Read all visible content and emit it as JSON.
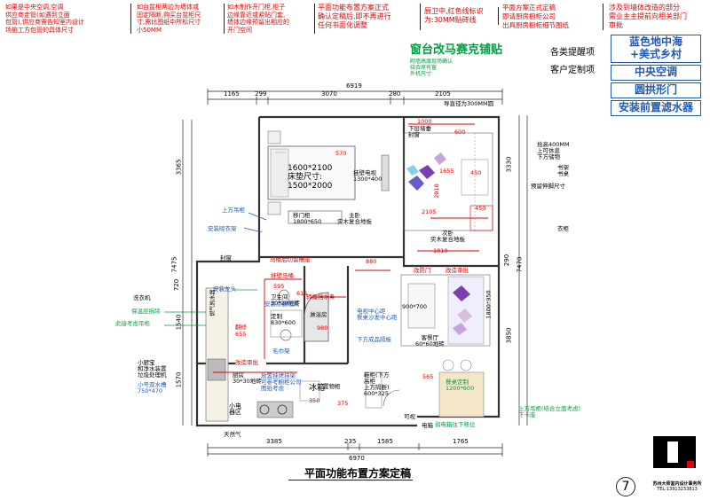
{
  "header_notes": [
    {
      "text": "如果是中央空调,空调\n供应商走管(如遇到立面\n包管),供应商需告知室内设计\n场施工方包管的具体尺寸",
      "color": "#e00000"
    },
    {
      "text": "如台盆柜两边为墙体或\n固定隔断,购买台盆柜尺\n寸,需比图纸中所标尺寸\n小50MM",
      "color": "#e00000"
    },
    {
      "text": "如木制作开门柜,柜子\n边缘靠近或紧贴门套,\n墙体边缘预留出相应的\n开门空间",
      "color": "#e00000"
    },
    {
      "text": "平面功能布置方案正式\n确认定稿后,即不再进行\n任何书面化调整",
      "color": "#e00000"
    },
    {
      "text": "厨卫中,红色线标识\n为:30MM贴砖线",
      "color": "#e00000"
    },
    {
      "text": "平面方案正式定稿\n即请厨房橱柜公司\n出具厨房橱柜细节图纸",
      "color": "#e00000"
    },
    {
      "text": "涉及到墙体改造的部分\n需业主主提前向相关部门\n审批",
      "color": "#e00000"
    }
  ],
  "window_tile_note": "窗台改马赛克铺贴",
  "window_tile_sub": "砌墙高度现场确认\n结合原有窗\n外机尺寸",
  "legend_labels": {
    "remind": "各类提醒项",
    "custom": "客户定制项"
  },
  "side_items": [
    "蓝色地中海\n+美式乡村",
    "中央空调",
    "圆拱形门",
    "安装前置滤水器"
  ],
  "dims_top": {
    "total": "6919",
    "segments": [
      "1165",
      "299",
      "3070",
      "280",
      "2105"
    ]
  },
  "dims_bottom": {
    "total": "6970",
    "segments": [
      "3385",
      "235",
      "1585",
      "1765"
    ]
  },
  "dims_left": [
    "3365",
    "7475",
    "720",
    "1540",
    "1570"
  ],
  "dims_right": [
    "3330",
    "7470",
    "290",
    "3850"
  ],
  "room_labels": [
    {
      "text": "1600*2100\n床垫尺寸:\n1500*2000"
    },
    {
      "text": "挂壁电视\n1300*400"
    },
    {
      "text": "移门柜\n1800*650"
    },
    {
      "text": "主卧\n实木复合地板"
    },
    {
      "text": "次卧\n实木复合地板"
    },
    {
      "text": "卫生间\n30*30地砖"
    },
    {
      "text": "客餐厅\n60*60地砖"
    },
    {
      "text": "厨房\n30*30地砖"
    },
    {
      "text": "冰箱"
    },
    {
      "text": "置物柜"
    },
    {
      "text": "鞋柜(下方\n高柜\n上方隔断)\n600*325"
    },
    {
      "text": "900*700"
    },
    {
      "text": "1800*950"
    },
    {
      "text": "定制\n830*600"
    },
    {
      "text": "淋浴房"
    },
    {
      "text": "小电\n器区"
    },
    {
      "text": "书架\n书桌"
    },
    {
      "text": "衣柜"
    },
    {
      "text": "封窗"
    },
    {
      "text": "洗衣机"
    },
    {
      "text": "燃气热水器"
    },
    {
      "text": "天然气"
    },
    {
      "text": "电箱"
    },
    {
      "text": "可视"
    }
  ],
  "red_labels": [
    "880",
    "1000",
    "600",
    "1655",
    "450",
    "2010",
    "2105",
    "450",
    "570",
    "1810",
    "595",
    "615",
    "655",
    "980",
    "565",
    "375",
    "350",
    "改防门",
    "改造审批",
    "改造审批",
    "马桶后切留槽座",
    "挂壁马桶",
    "翻修",
    "转角挡水条"
  ],
  "blue_labels": [
    "上方吊柜",
    "安装晾衣架",
    "安装龙头",
    "保温层拆除",
    "此接考虑吊柜",
    "安装凉霸暖风",
    "毛巾架",
    "放置挂烤挂架\n可参考橱柜公司\n图纸考虑",
    "下方成品隔板",
    "电视中心距\n餐桌沙发中心距",
    "上方吊柜(结合立面考虑)\n下卡座",
    "弱电箱往下移位",
    "小号双水槽\n750*470",
    "小厨宝\n和净水装置\n垃圾处理机",
    "餐桌定制\n1200*600"
  ],
  "misc_labels": [
    "拾高400MM\n上可休息\n下方储物",
    "预留伸脚尺寸",
    "导直径为300MM圆",
    "下层墙垂\n封窗"
  ],
  "page_title": "平面功能布置方案定稿",
  "page_number": "7",
  "logo_text": "苏州大师室内设计事务所",
  "logo_sub": "TEL:13913233813"
}
